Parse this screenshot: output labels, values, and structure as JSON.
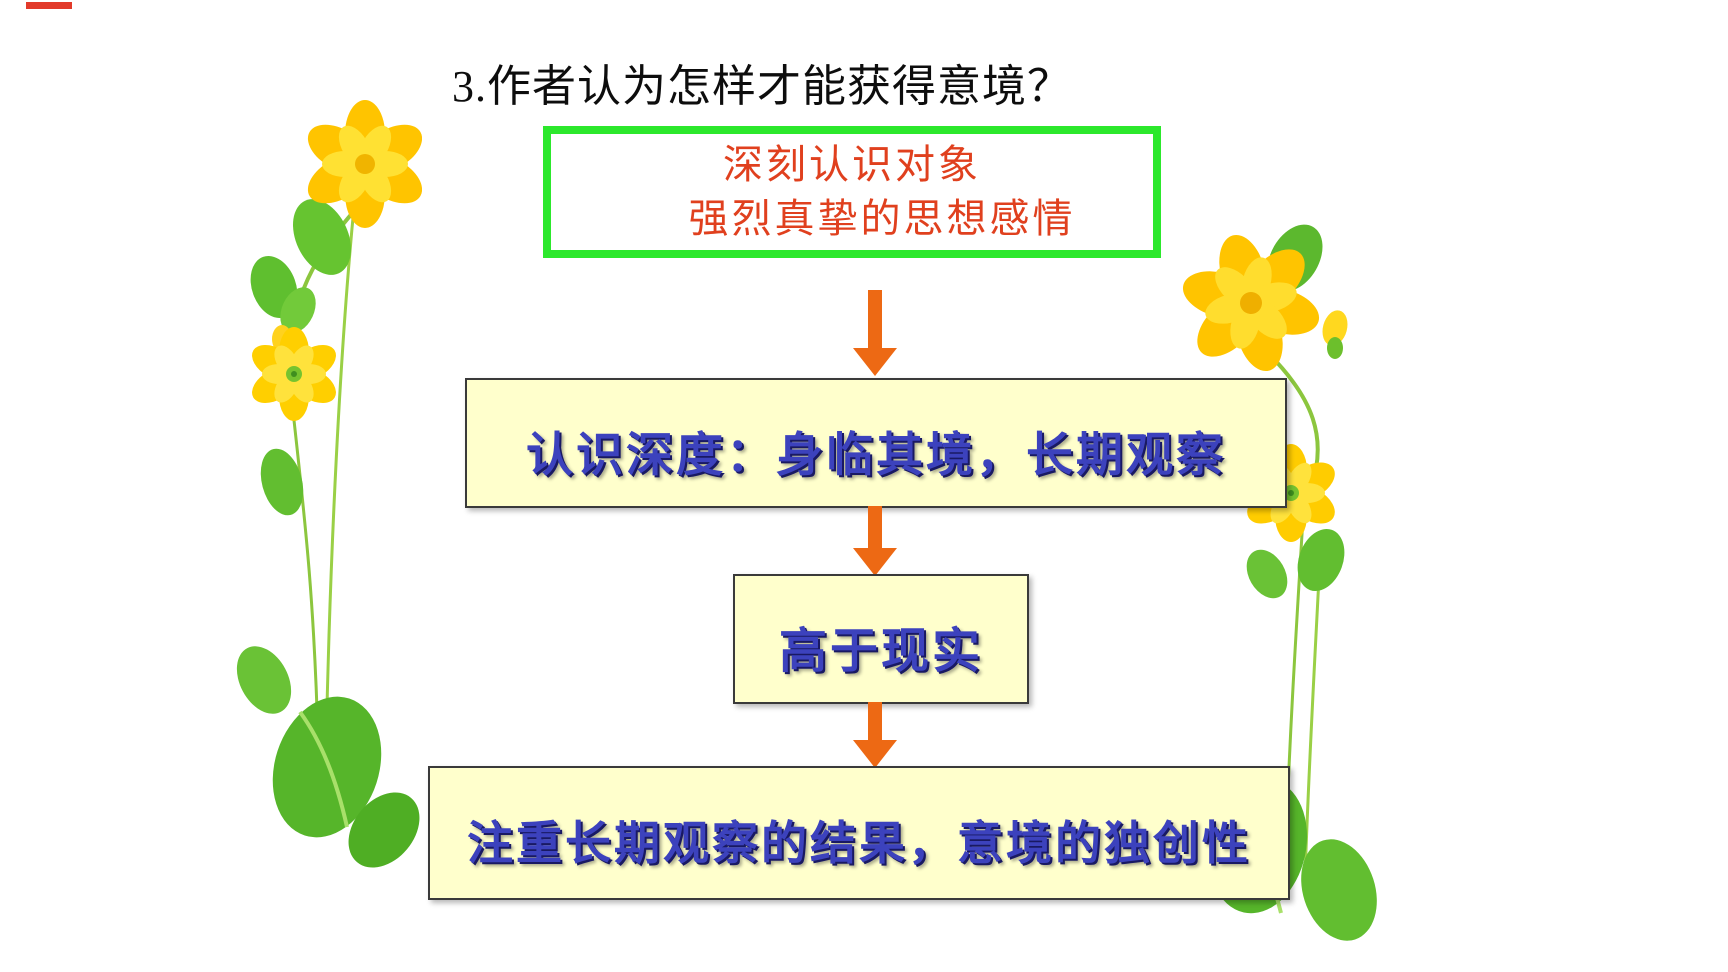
{
  "slide": {
    "title": "3.作者认为怎样才能获得意境？",
    "goal_box": {
      "line1": "深刻认识对象",
      "line2": "强烈真挚的思想感情"
    },
    "flow_boxes": [
      {
        "label": "认识深度：身临其境，长期观察"
      },
      {
        "label": "高于现实"
      },
      {
        "label": "注重长期观察的结果，意境的独创性"
      }
    ],
    "decorations": {
      "left": "yellow-flower-vine",
      "right": "yellow-flower-vine"
    },
    "colors": {
      "title_text": "#0D0D0D",
      "goal_box_border": "#2CE82C",
      "goal_box_text": "#E0401E",
      "arrow": "#ED6914",
      "flow_box_fill": "#FFFFCC",
      "flow_box_border": "#3A3A3A",
      "flow_box_text": "#3C42BD",
      "flower_yellow": "#FFC400",
      "leaf_green": "#5CB82E"
    }
  }
}
